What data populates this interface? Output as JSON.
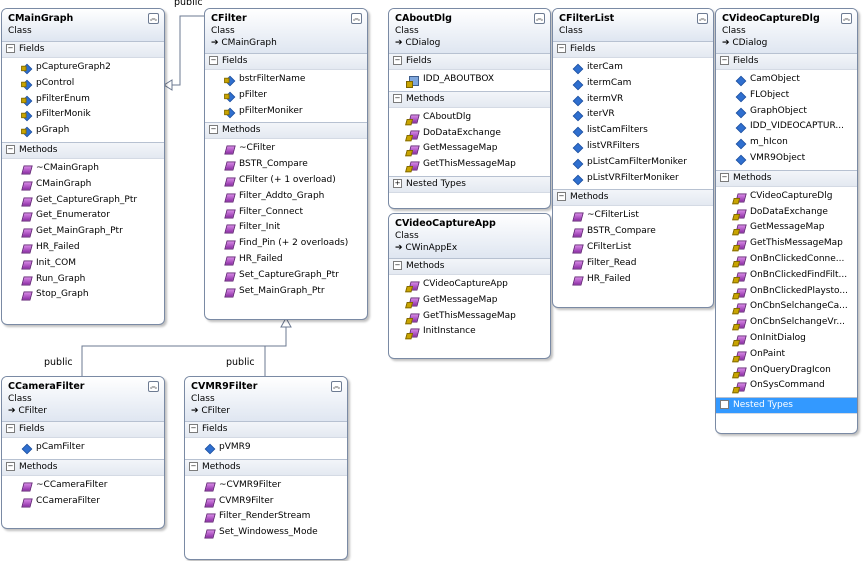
{
  "labels": {
    "public_top": "public",
    "public_left": "public",
    "public_right": "public"
  },
  "classes": {
    "cmaingraph": {
      "title": "CMainGraph",
      "kind": "Class",
      "base": "",
      "fields_label": "Fields",
      "fields": [
        "pCaptureGraph2",
        "pControl",
        "pFilterEnum",
        "pFilterMonik",
        "pGraph"
      ],
      "methods_label": "Methods",
      "methods": [
        "~CMainGraph",
        "CMainGraph",
        "Get_CaptureGraph_Ptr",
        "Get_Enumerator",
        "Get_MainGraph_Ptr",
        "HR_Failed",
        "Init_COM",
        "Run_Graph",
        "Stop_Graph"
      ]
    },
    "cfilter": {
      "title": "CFilter",
      "kind": "Class",
      "base": "➔ CMainGraph",
      "fields_label": "Fields",
      "fields": [
        "bstrFilterName",
        "pFilter",
        "pFilterMoniker"
      ],
      "methods_label": "Methods",
      "methods": [
        "~CFilter",
        "BSTR_Compare",
        "CFilter (+ 1 overload)",
        "Filter_Addto_Graph",
        "Filter_Connect",
        "Filter_Init",
        "Find_Pin (+ 2 overloads)",
        "HR_Failed",
        "Set_CaptureGraph_Ptr",
        "Set_MainGraph_Ptr"
      ]
    },
    "caboutdlg": {
      "title": "CAboutDlg",
      "kind": "Class",
      "base": "➔ CDialog",
      "fields_label": "Fields",
      "fields": [
        "IDD_ABOUTBOX"
      ],
      "methods_label": "Methods",
      "methods": [
        "CAboutDlg",
        "DoDataExchange",
        "GetMessageMap",
        "GetThisMessageMap"
      ],
      "nested_label": "Nested Types"
    },
    "cfilterlist": {
      "title": "CFilterList",
      "kind": "Class",
      "base": "",
      "fields_label": "Fields",
      "fields": [
        "iterCam",
        "itermCam",
        "itermVR",
        "iterVR",
        "listCamFilters",
        "listVRFilters",
        "pListCamFilterMoniker",
        "pListVRFilterMoniker"
      ],
      "methods_label": "Methods",
      "methods": [
        "~CFilterList",
        "BSTR_Compare",
        "CFilterList",
        "Filter_Read",
        "HR_Failed"
      ]
    },
    "cvideocapturedlg": {
      "title": "CVideoCaptureDlg",
      "kind": "Class",
      "base": "➔ CDialog",
      "fields_label": "Fields",
      "fields": [
        "CamObject",
        "FLObject",
        "GraphObject",
        "IDD_VIDEOCAPTUR...",
        "m_hIcon",
        "VMR9Object"
      ],
      "methods_label": "Methods",
      "methods": [
        "CVideoCaptureDlg",
        "DoDataExchange",
        "GetMessageMap",
        "GetThisMessageMap",
        "OnBnClickedConne...",
        "OnBnClickedFindFilt...",
        "OnBnClickedPlaysto...",
        "OnCbnSelchangeCa...",
        "OnCbnSelchangeVr...",
        "OnInitDialog",
        "OnPaint",
        "OnQueryDragIcon",
        "OnSysCommand"
      ],
      "nested_label": "Nested Types"
    },
    "cvideocaptureapp": {
      "title": "CVideoCaptureApp",
      "kind": "Class",
      "base": "➔ CWinAppEx",
      "methods_label": "Methods",
      "methods": [
        "CVideoCaptureApp",
        "GetMessageMap",
        "GetThisMessageMap",
        "InitInstance"
      ]
    },
    "ccamerafilter": {
      "title": "CCameraFilter",
      "kind": "Class",
      "base": "➔ CFilter",
      "fields_label": "Fields",
      "fields": [
        "pCamFilter"
      ],
      "methods_label": "Methods",
      "methods": [
        "~CCameraFilter",
        "CCameraFilter"
      ]
    },
    "cvmr9filter": {
      "title": "CVMR9Filter",
      "kind": "Class",
      "base": "➔ CFilter",
      "fields_label": "Fields",
      "fields": [
        "pVMR9"
      ],
      "methods_label": "Methods",
      "methods": [
        "~CVMR9Filter",
        "CVMR9Filter",
        "Filter_RenderStream",
        "Set_Windowess_Mode"
      ]
    }
  },
  "icons": {
    "field": "field-icon",
    "method": "method-icon",
    "protected": "protected-overlay-icon",
    "collapse": "chevron-up-icon"
  }
}
